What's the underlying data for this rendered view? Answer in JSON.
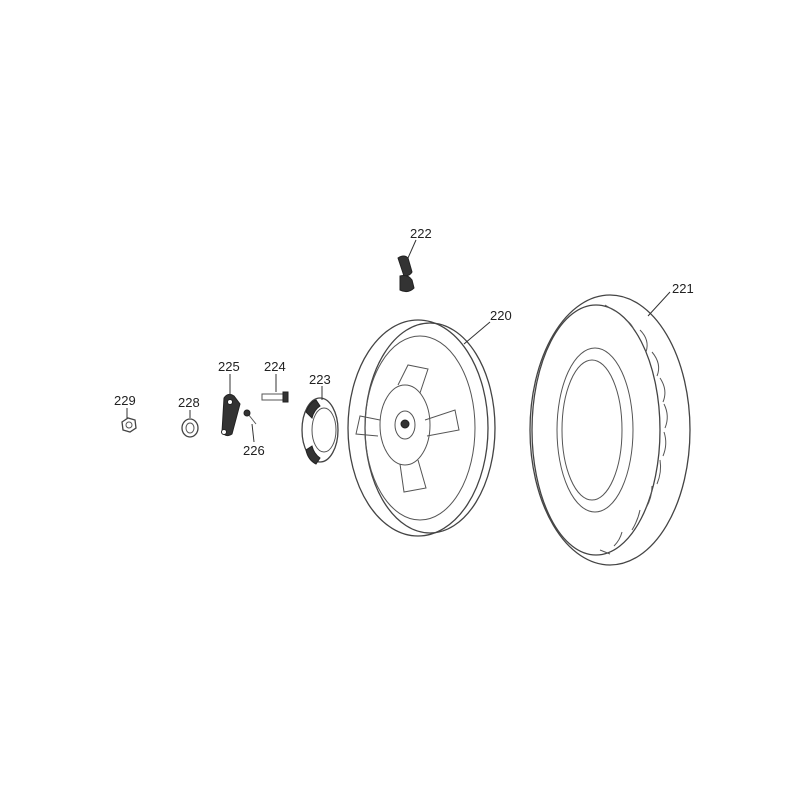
{
  "diagram": {
    "parts": [
      {
        "id": "part-220",
        "label": "220",
        "icon": "wheel-rim-icon"
      },
      {
        "id": "part-221",
        "label": "221",
        "icon": "tire-icon"
      },
      {
        "id": "part-222",
        "label": "222",
        "icon": "valve-stem-icon"
      },
      {
        "id": "part-223",
        "label": "223",
        "icon": "brake-drum-cover-icon"
      },
      {
        "id": "part-224",
        "label": "224",
        "icon": "axle-bolt-icon"
      },
      {
        "id": "part-225",
        "label": "225",
        "icon": "brake-arm-icon"
      },
      {
        "id": "part-226",
        "label": "226",
        "icon": "small-bolt-icon"
      },
      {
        "id": "part-228",
        "label": "228",
        "icon": "collar-icon"
      },
      {
        "id": "part-229",
        "label": "229",
        "icon": "nut-icon"
      }
    ],
    "colors": {
      "line": "#444444",
      "background": "#ffffff"
    }
  }
}
